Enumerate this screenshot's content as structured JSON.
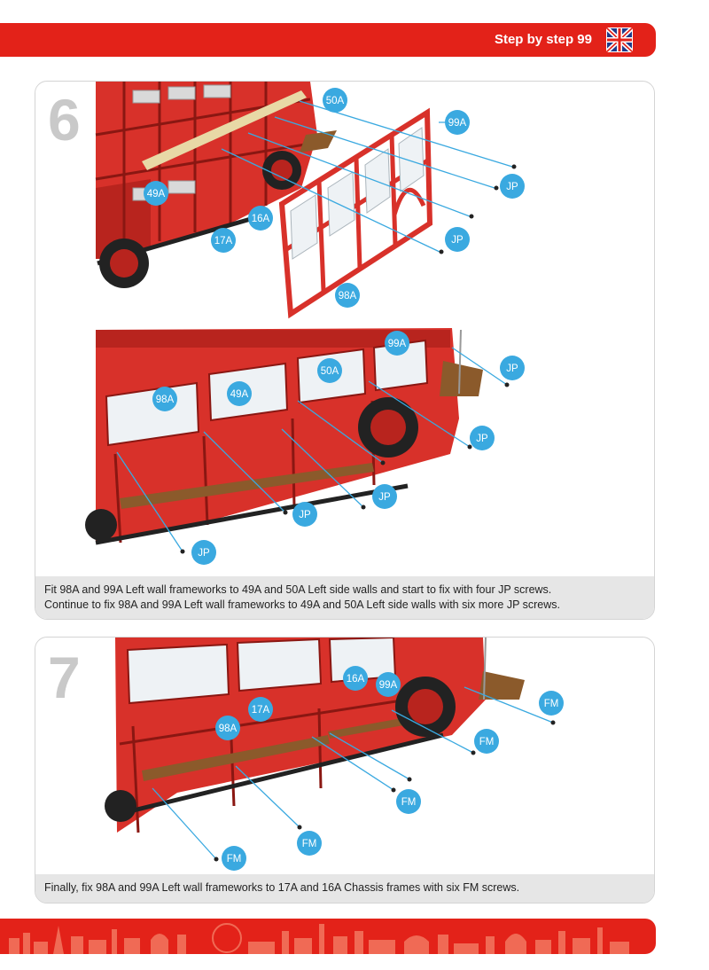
{
  "header": {
    "title": "Step by step 99",
    "flag_icon": "union-jack-flag-icon"
  },
  "colors": {
    "brand_red": "#e32219",
    "callout_blue": "#3aa9e0",
    "panel_border": "#d4d4d4",
    "caption_bg": "#e6e6e6"
  },
  "steps": [
    {
      "number": "6",
      "labels": {
        "a_50A": "50A",
        "a_99A": "99A",
        "a_49A": "49A",
        "a_16A": "16A",
        "a_17A": "17A",
        "a_98A": "98A",
        "a_JP1": "JP",
        "a_JP2": "JP",
        "b_99A": "99A",
        "b_50A": "50A",
        "b_49A": "49A",
        "b_98A": "98A",
        "b_JP1": "JP",
        "b_JP2": "JP",
        "b_JP3": "JP",
        "b_JP4": "JP",
        "b_JP5": "JP"
      },
      "caption": [
        "Fit 98A and 99A Left wall frameworks to 49A and 50A Left side walls and start to fix with four JP screws.",
        "Continue to fix 98A and 99A Left wall frameworks to 49A and 50A Left side walls with six more JP screws."
      ]
    },
    {
      "number": "7",
      "labels": {
        "c_16A": "16A",
        "c_99A": "99A",
        "c_17A": "17A",
        "c_98A": "98A",
        "c_FM1": "FM",
        "c_FM2": "FM",
        "c_FM3": "FM",
        "c_FM4": "FM",
        "c_FM5": "FM"
      },
      "caption": [
        "Finally, fix 98A and 99A Left wall frameworks to 17A and 16A Chassis frames with six FM screws."
      ]
    }
  ]
}
